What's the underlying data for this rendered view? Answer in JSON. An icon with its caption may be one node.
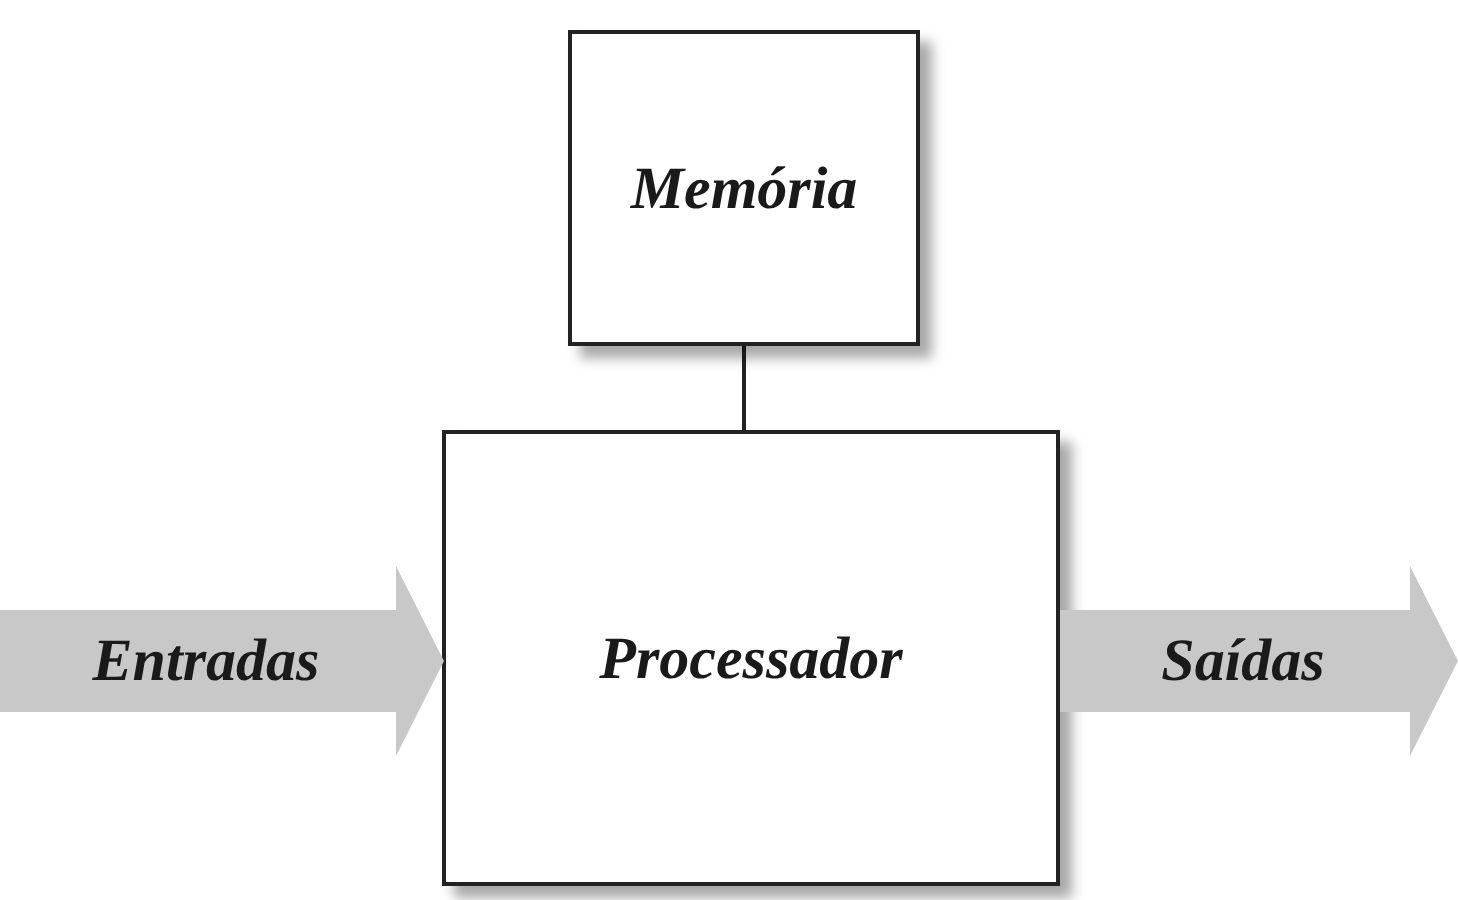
{
  "diagram": {
    "nodes": [
      {
        "text": [
          "Memória"
        ]
      },
      {
        "text": [
          "Processador"
        ]
      },
      {
        "text": [
          "Entradas"
        ]
      },
      {
        "text": [
          "Saídas"
        ]
      }
    ],
    "edges": [
      {
        "from": 0,
        "to": 1,
        "arrow": "none"
      }
    ]
  }
}
